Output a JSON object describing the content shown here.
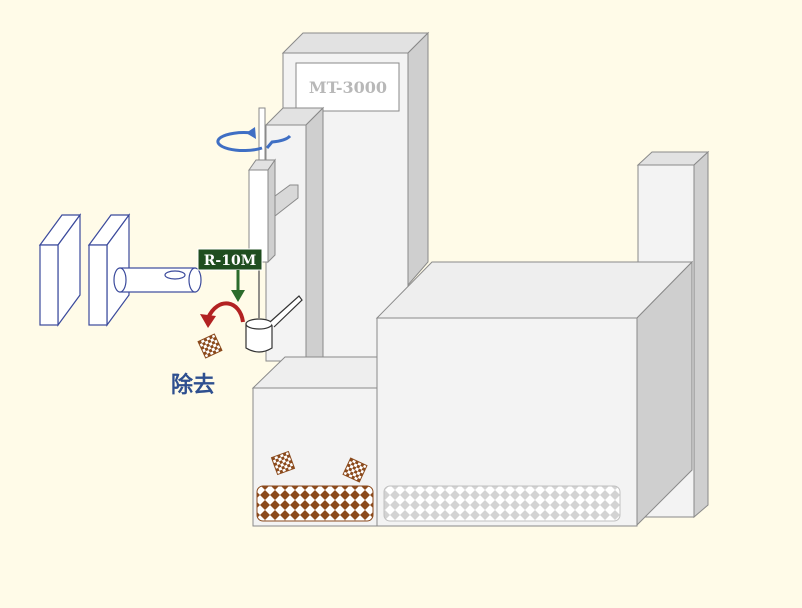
{
  "machine_label": "MT-3000",
  "tool_label": "R-10M",
  "remove_label": "除去",
  "colors": {
    "background": "#fffbe8",
    "machine_front": "#f3f3f3",
    "machine_side": "#cfcfcf",
    "outline": "#8a8a8a",
    "label_bg": "#1f4d1f",
    "arrow_green": "#2b6b2b",
    "arrow_red": "#b22222",
    "rotate_blue": "#3f6fc4",
    "panel_outline": "#3b4a9c",
    "remove_text": "#2e4f8f",
    "checker_brown": "#8b4a1c",
    "checker_light": "#d6d6d6"
  }
}
